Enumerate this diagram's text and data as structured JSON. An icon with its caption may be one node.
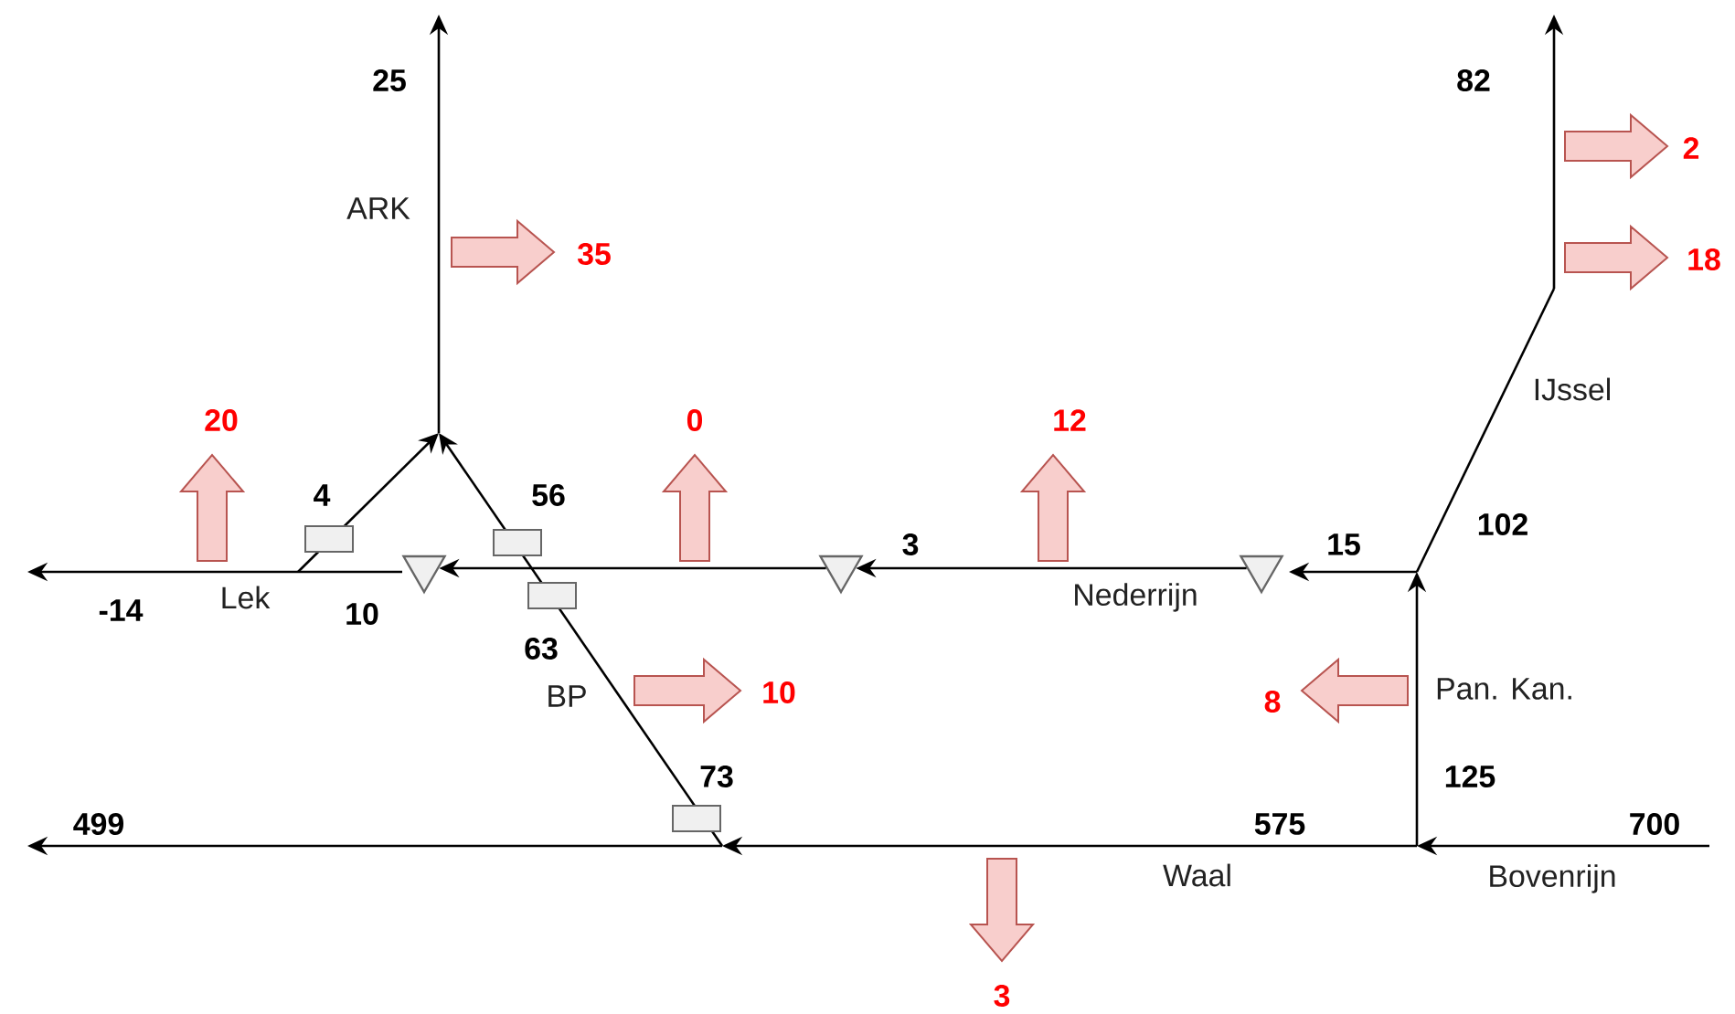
{
  "diagram": {
    "nodes": [
      {
        "text": [],
        "shape": "triangle"
      },
      {
        "text": [],
        "shape": "triangle"
      },
      {
        "text": [],
        "shape": "triangle"
      }
    ],
    "edges": [
      {
        "from": 1,
        "to": 0,
        "arrow": "to"
      },
      {
        "from": 2,
        "to": 1,
        "arrow": "to"
      }
    ],
    "labels": [
      "25",
      "82",
      "2",
      "ARK",
      "35",
      "18",
      "IJssel",
      "20",
      "0",
      "12",
      "4",
      "56",
      "3",
      "15",
      "102",
      "-14",
      "Lek",
      "10",
      "Nederrijn",
      "63",
      "BP",
      "10",
      "8",
      "Pan. Kan.",
      "73",
      "125",
      "499",
      "575",
      "700",
      "Waal",
      "Bovenrijn",
      "3"
    ]
  }
}
